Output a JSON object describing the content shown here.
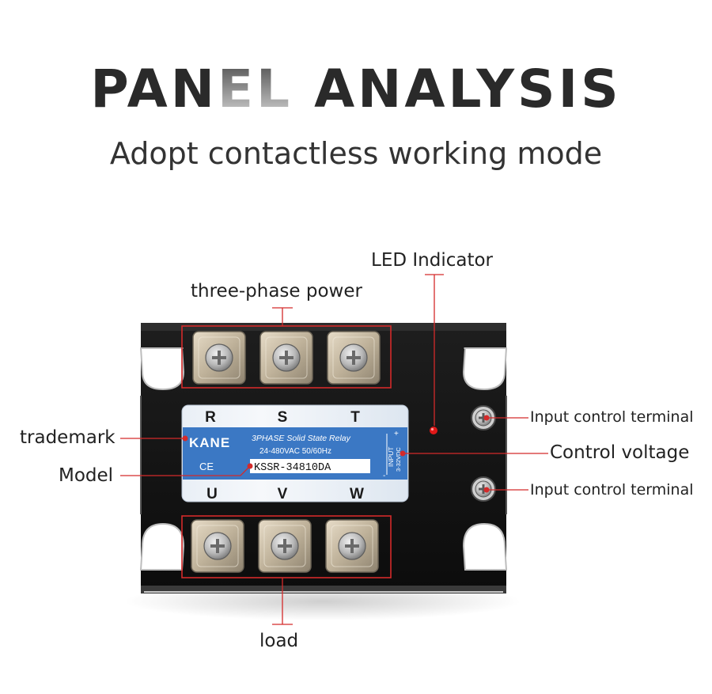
{
  "heading": {
    "title_main": "PAN",
    "title_fade": "EL",
    "title_rest": " ANALYSIS",
    "subtitle": "Adopt contactless working mode"
  },
  "callouts": {
    "led_indicator": "LED Indicator",
    "three_phase_power": "three-phase power",
    "trademark": "trademark",
    "model": "Model",
    "input_control_terminal_top": "Input control terminal",
    "control_voltage": "Control voltage",
    "input_control_terminal_bottom": "Input control terminal",
    "load": "load"
  },
  "label_plate": {
    "top_phases": [
      "R",
      "S",
      "T"
    ],
    "bottom_phases": [
      "U",
      "V",
      "W"
    ],
    "brand": "KANE",
    "product_line": "3PHASE  Solid  State  Relay",
    "ratings": "24-480VAC   50/60Hz",
    "cert_mark": "CE",
    "model_number": "KSSR-34810DA",
    "input_label": "INPUT",
    "input_range": "3-32VDC",
    "plus_sign": "+",
    "minus_sign": "-"
  },
  "colors": {
    "callout_line": "#d42a2a",
    "plate_blue": "#3b78c4",
    "housing": "#141414",
    "led": "#e01818"
  }
}
